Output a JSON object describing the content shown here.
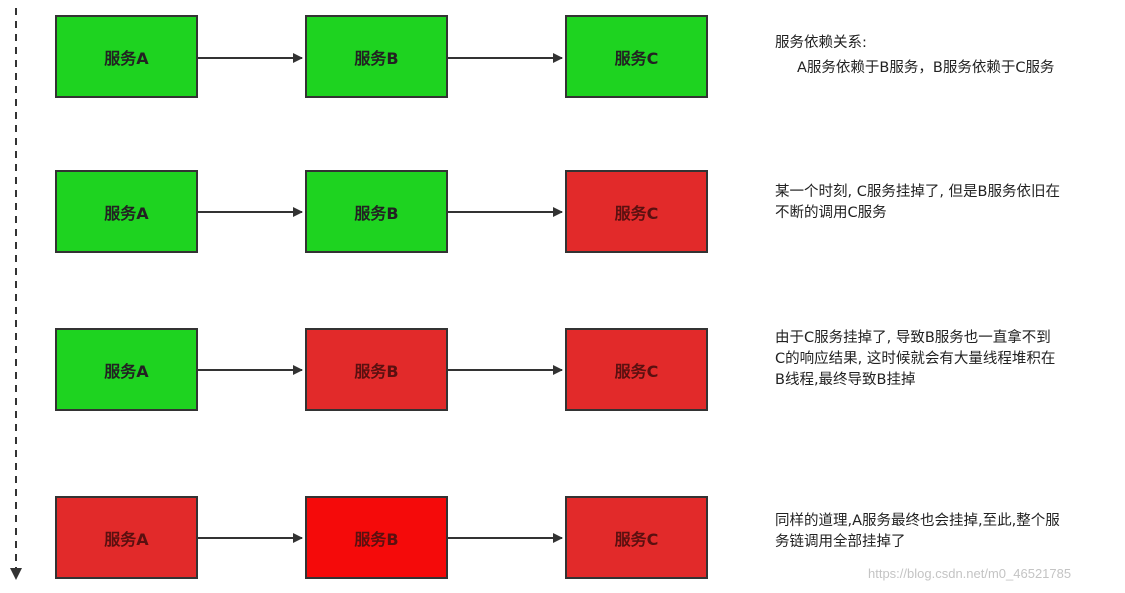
{
  "stages": [
    {
      "boxes": [
        {
          "label": "服务A",
          "status": "up"
        },
        {
          "label": "服务B",
          "status": "up"
        },
        {
          "label": "服务C",
          "status": "up"
        }
      ],
      "description": [
        "服务依赖关系:",
        "A服务依赖于B服务，B服务依赖于C服务"
      ]
    },
    {
      "boxes": [
        {
          "label": "服务A",
          "status": "up"
        },
        {
          "label": "服务B",
          "status": "up"
        },
        {
          "label": "服务C",
          "status": "down"
        }
      ],
      "description": [
        "某一个时刻, C服务挂掉了, 但是B服务依旧在",
        "不断的调用C服务"
      ]
    },
    {
      "boxes": [
        {
          "label": "服务A",
          "status": "up"
        },
        {
          "label": "服务B",
          "status": "down"
        },
        {
          "label": "服务C",
          "status": "down"
        }
      ],
      "description": [
        "由于C服务挂掉了, 导致B服务也一直拿不到",
        "C的响应结果, 这时候就会有大量线程堆积在",
        "B线程,最终导致B挂掉"
      ]
    },
    {
      "boxes": [
        {
          "label": "服务A",
          "status": "down"
        },
        {
          "label": "服务B",
          "status": "down-bright"
        },
        {
          "label": "服务C",
          "status": "down"
        }
      ],
      "description": [
        "同样的道理,A服务最终也会挂掉,至此,整个服",
        "务链调用全部挂掉了"
      ]
    }
  ],
  "colors": {
    "up": "#1ed320",
    "down": "#e22a2a",
    "down_bright": "#f50a0a",
    "border": "#333333",
    "arrow": "#333333"
  },
  "watermark": "https://blog.csdn.net/m0_46521785"
}
